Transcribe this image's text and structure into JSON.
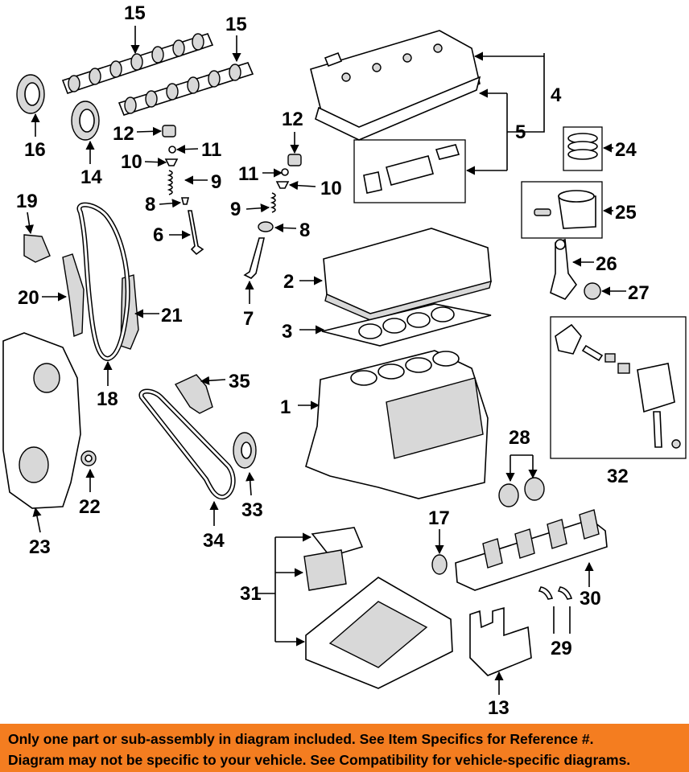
{
  "diagram": {
    "callouts": [
      "1",
      "2",
      "3",
      "4",
      "5",
      "6",
      "7",
      "8",
      "9",
      "10",
      "11",
      "12",
      "13",
      "14",
      "15",
      "16",
      "17",
      "18",
      "19",
      "20",
      "21",
      "22",
      "23",
      "24",
      "25",
      "26",
      "27",
      "28",
      "29",
      "30",
      "31",
      "32",
      "33",
      "34",
      "35"
    ]
  },
  "banner": {
    "line1": "Only one part or sub-assembly in diagram included. See Item Specifics for Reference #.",
    "line2": "Diagram may not be specific to your vehicle. See Compatibility for vehicle-specific diagrams.",
    "background": "#f47d20"
  }
}
